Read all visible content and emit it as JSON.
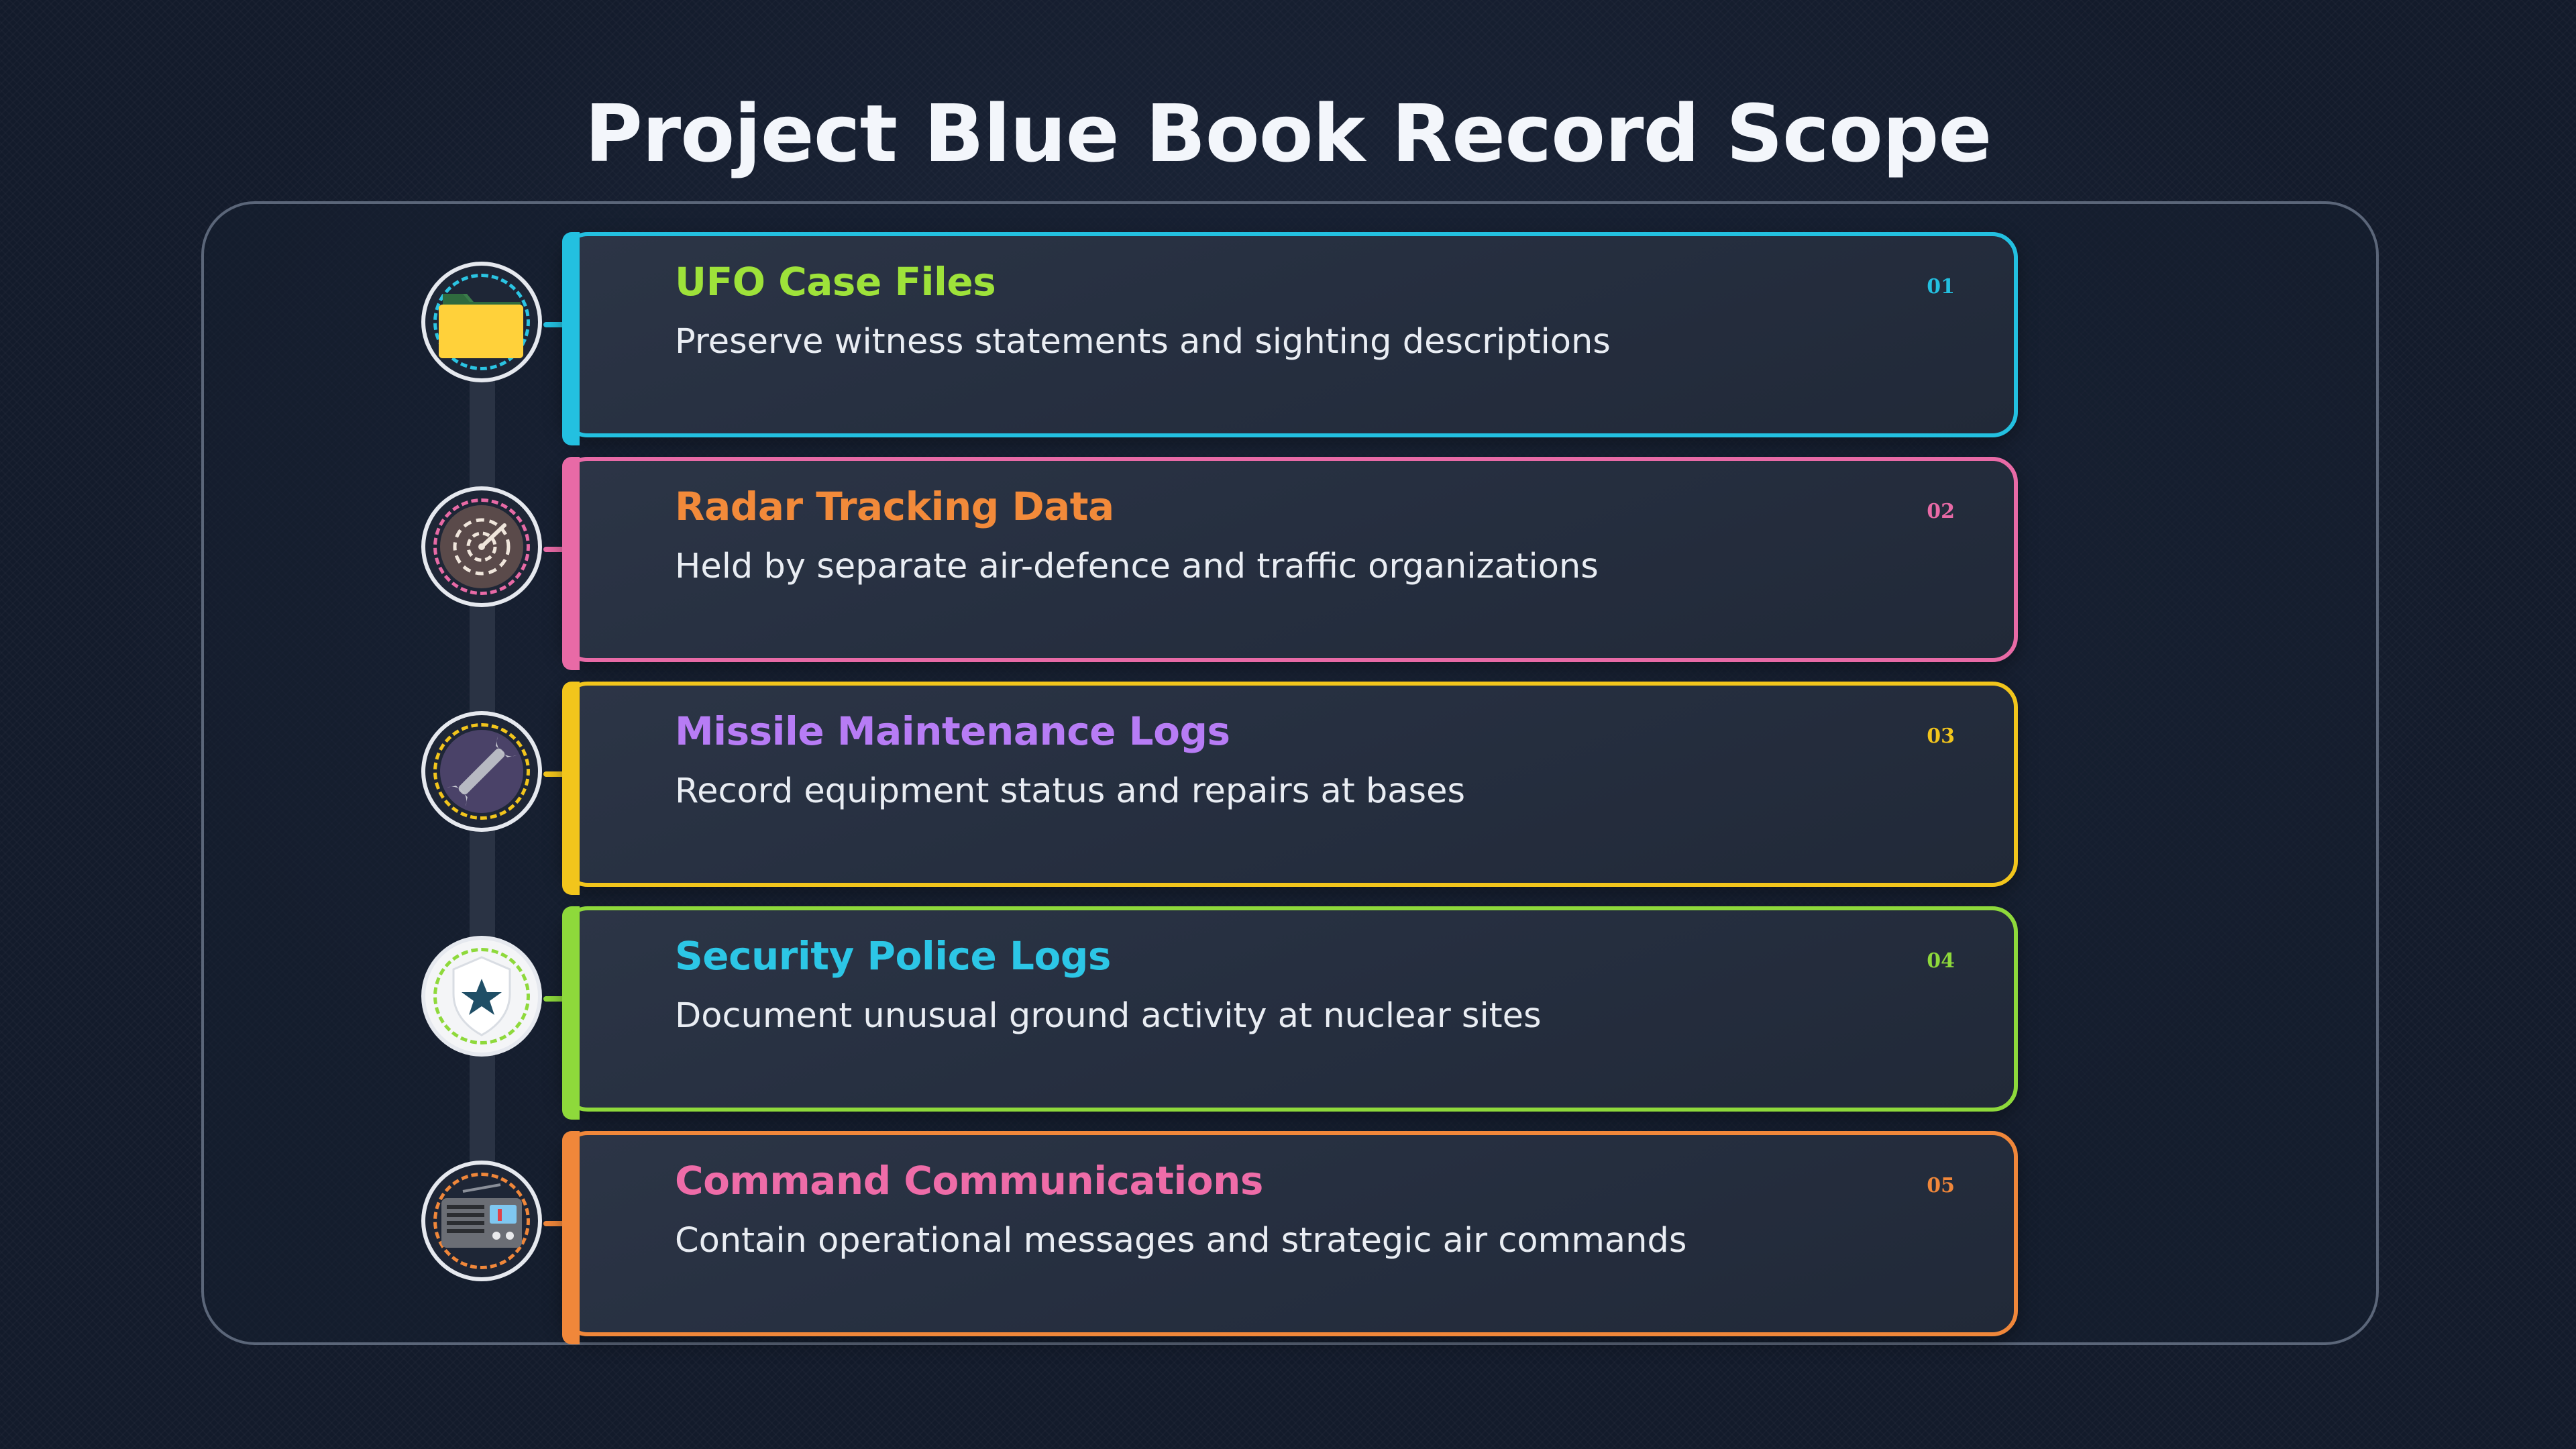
{
  "title": "Project Blue Book Record Scope",
  "items": [
    {
      "number": "01",
      "title": "UFO Case Files",
      "description": "Preserve witness statements and sighting descriptions",
      "icon": "folder-icon",
      "border_color": "#23c0e0",
      "title_color": "#9ee23a",
      "ring_color": "#2bc4e2"
    },
    {
      "number": "02",
      "title": "Radar Tracking Data",
      "description": "Held by separate air-defence and traffic organizations",
      "icon": "radar-icon",
      "border_color": "#e86aa6",
      "title_color": "#f28a3a",
      "ring_color": "#e86aa6"
    },
    {
      "number": "03",
      "title": "Missile Maintenance Logs",
      "description": "Record equipment status and repairs at bases",
      "icon": "wrench-icon",
      "border_color": "#f2c51c",
      "title_color": "#b77cf5",
      "ring_color": "#f2c51c"
    },
    {
      "number": "04",
      "title": "Security Police Logs",
      "description": "Document unusual ground activity at nuclear sites",
      "icon": "police-badge-icon",
      "border_color": "#8ed93b",
      "title_color": "#2cc6e6",
      "ring_color": "#8ed93b"
    },
    {
      "number": "05",
      "title": "Command Communications",
      "description": "Contain operational messages and strategic air commands",
      "icon": "radio-icon",
      "border_color": "#f0873a",
      "title_color": "#ee6ca8",
      "ring_color": "#f0873a"
    }
  ]
}
